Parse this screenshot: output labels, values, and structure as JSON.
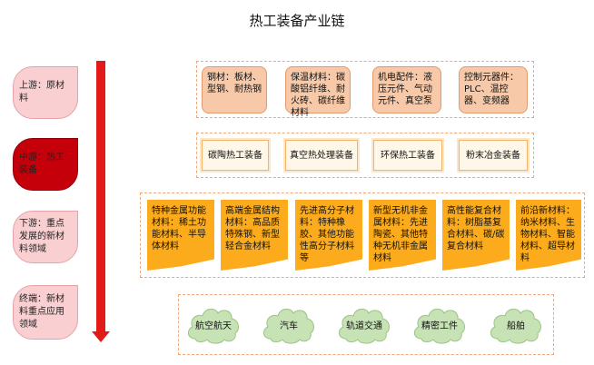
{
  "title": "热工装备产业链",
  "stages": [
    {
      "label": "上游：原材料"
    },
    {
      "label": "中游：热工装备"
    },
    {
      "label": "下游：重点发展的新材料领域"
    },
    {
      "label": "终端：新材料重点应用领域"
    }
  ],
  "upstream": [
    "钢材：板材、型钢、耐热钢",
    "保温材料：碳酸铝纤维、耐火砖、碳纤维材料",
    "机电配件：液压元件、气动元件、真空泵",
    "控制元器件：PLC、温控器、变频器"
  ],
  "midstream": [
    "碳陶热工装备",
    "真空热处理装备",
    "环保热工装备",
    "粉末冶金装备"
  ],
  "downstream": [
    "特种金属功能材料：稀土功能材料、半导体材料",
    "高端金属结构材料：高品质特殊钢、新型轻合金材料",
    "先进高分子材料：特种橡胶、其他功能性高分子材料等",
    "新型无机非金属材料：先进陶瓷、其他特种无机非金属材料",
    "高性能复合材料：树脂基复合材料、碳/碳复合材料",
    "前沿新材料：纳米材料、生物材料、智能材料、超导材料"
  ],
  "terminal": [
    "航空航天",
    "汽车",
    "轨道交通",
    "精密工件",
    "船舶"
  ],
  "colors": {
    "arrow": "#e21a1a",
    "stage_light": "#f9cfd1",
    "stage_active": "#c5000a",
    "component": "#f7c9a9",
    "material": "#fbab1c",
    "cloud": "#c7e3b6",
    "group_border": "#f0a77a"
  }
}
